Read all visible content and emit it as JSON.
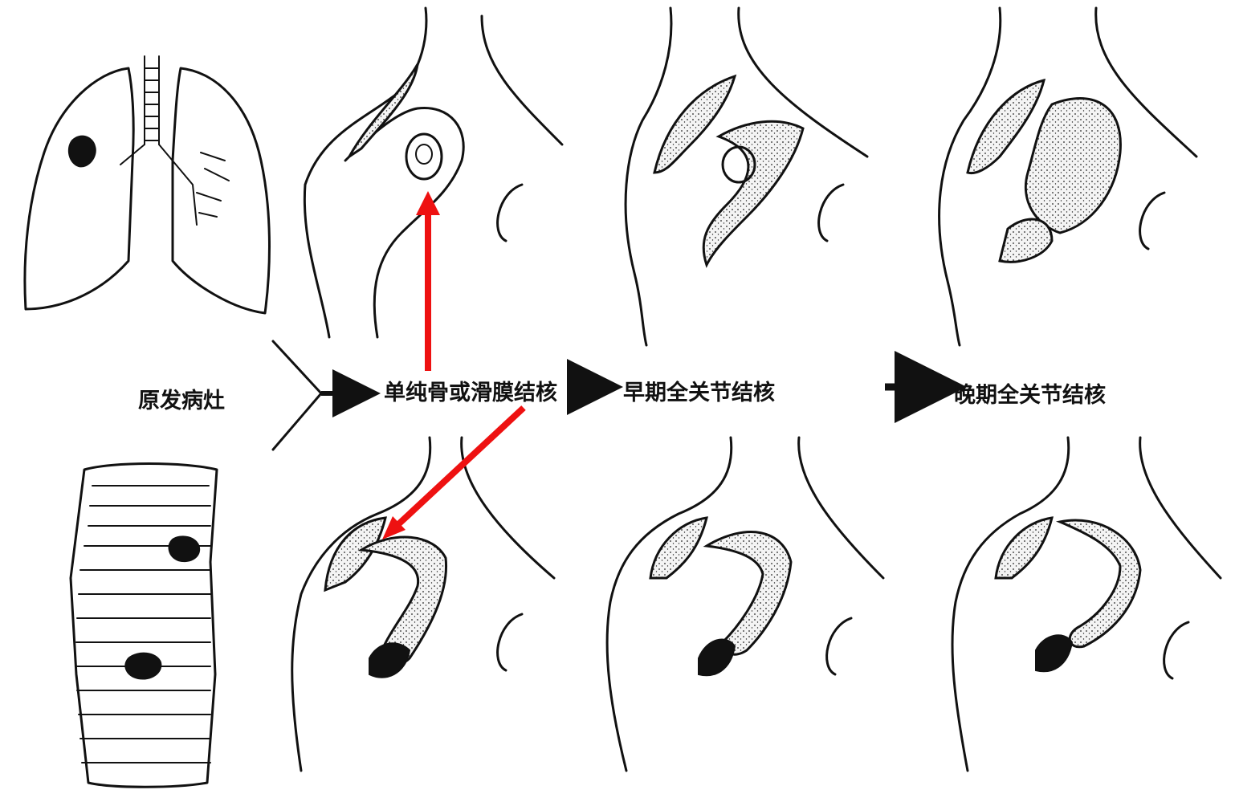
{
  "labels": {
    "primary_lesion": "原发病灶",
    "simple_tb": "单纯骨或滑膜结核",
    "early_joint_tb": "早期全关节结核",
    "late_joint_tb": "晚期全关节结核"
  },
  "colors": {
    "ink": "#111111",
    "highlight_arrow": "#ee1111",
    "background": "#ffffff"
  }
}
